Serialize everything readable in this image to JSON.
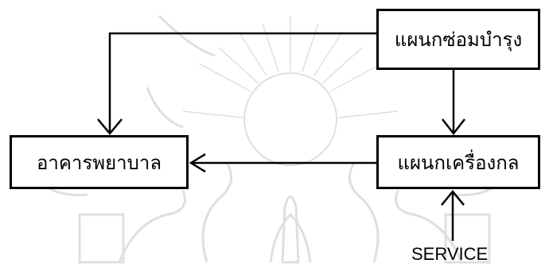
{
  "nodes": {
    "maintenance_dept": "แผนกซ่อมบำรุง",
    "hospital_building": "อาคารพยาบาล",
    "machinery_dept": "แผนกเครื่องกล"
  },
  "input_label": "SERVICE",
  "colors": {
    "line": "#000000",
    "background": "#ffffff",
    "watermark": "#d6d6d6"
  },
  "watermark_icon": "university-emblem-watermark"
}
